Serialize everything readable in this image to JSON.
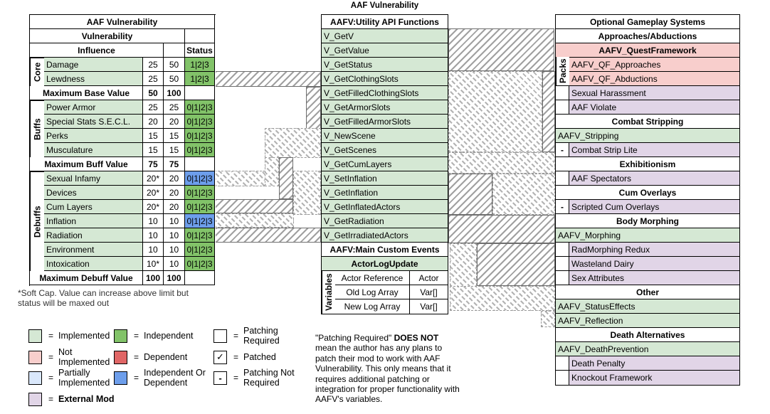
{
  "diagram_title": "AAF Vulnerability",
  "colors": {
    "implemented": "#d5e8d4",
    "not_implemented": "#f8cecc",
    "partially_implemented": "#dae8fc",
    "external_mod": "#e1d5e7",
    "independent": "#82c369",
    "dependent": "#e06666",
    "independent_or_dependent": "#6d9eeb"
  },
  "left": {
    "title": "AAF Vulnerability",
    "subtitle": "Vulnerability",
    "influence_header": "Influence",
    "status_header": "Status",
    "groups": [
      {
        "label": "Core"
      },
      {
        "label": "Buffs"
      },
      {
        "label": "Debuffs"
      }
    ],
    "rows": [
      {
        "label": "Damage",
        "v1": "25",
        "v2": "50",
        "status": "1|2|3"
      },
      {
        "label": "Lewdness",
        "v1": "25",
        "v2": "50",
        "status": "1|2|3"
      },
      {
        "label": "Maximum Base Value",
        "v1": "50",
        "v2": "100",
        "status": ""
      },
      {
        "label": "Power Armor",
        "v1": "25",
        "v2": "25",
        "status": "0|1|2|3"
      },
      {
        "label": "Special Stats S.E.C.L.",
        "v1": "20",
        "v2": "20",
        "status": "0|1|2|3"
      },
      {
        "label": "Perks",
        "v1": "15",
        "v2": "15",
        "status": "0|1|2|3"
      },
      {
        "label": "Musculature",
        "v1": "15",
        "v2": "15",
        "status": "0|1|2|3"
      },
      {
        "label": "Maximum Buff Value",
        "v1": "75",
        "v2": "75",
        "status": ""
      },
      {
        "label": "Sexual Infamy",
        "v1": "20*",
        "v2": "20",
        "status": "0|1|2|3"
      },
      {
        "label": "Devices",
        "v1": "20*",
        "v2": "20",
        "status": "0|1|2|3"
      },
      {
        "label": "Cum Layers",
        "v1": "20*",
        "v2": "20",
        "status": "0|1|2|3"
      },
      {
        "label": "Inflation",
        "v1": "10",
        "v2": "10",
        "status": "0|1|2|3"
      },
      {
        "label": "Radiation",
        "v1": "10",
        "v2": "10",
        "status": "0|1|2|3"
      },
      {
        "label": "Environment",
        "v1": "10",
        "v2": "10",
        "status": "0|1|2|3"
      },
      {
        "label": "Intoxication",
        "v1": "10*",
        "v2": "10",
        "status": "0|1|2|3"
      },
      {
        "label": "Maximum Debuff Value",
        "v1": "100",
        "v2": "100",
        "status": ""
      }
    ],
    "footnote": "*Soft Cap. Value can increase above limit but status will be maxed out"
  },
  "middle": {
    "top_title": "AAF Vulnerability",
    "header": "AAFV:Utility API Functions",
    "functions": [
      "V_GetV",
      "V_GetValue",
      "V_GetStatus",
      "V_GetClothingSlots",
      "V_GetFilledClothingSlots",
      "V_GetArmorSlots",
      "V_GetFilledArmorSlots",
      "V_NewScene",
      "V_GetScenes",
      "V_GetCumLayers",
      "V_SetInflation",
      "V_GetInflation",
      "V_GetInflatedActors",
      "V_GetRadiation",
      "V_GetIrradiatedActors"
    ],
    "events_header": "AAFV:Main Custom Events",
    "event_name": "ActorLogUpdate",
    "variables_label": "Variables",
    "variables": [
      {
        "name": "Actor Reference",
        "type": "Actor"
      },
      {
        "name": "Old Log Array",
        "type": "Var[]"
      },
      {
        "name": "New Log Array",
        "type": "Var[]"
      }
    ]
  },
  "right": {
    "packs_label": "Packs",
    "rows": [
      {
        "kind": "header",
        "prefix": "",
        "label": "Optional Gameplay Systems"
      },
      {
        "kind": "header",
        "prefix": "",
        "label": "Approaches/Abductions"
      },
      {
        "kind": "qf_header",
        "prefix": "",
        "label": "AAFV_QuestFramework"
      },
      {
        "kind": "pack",
        "prefix": "",
        "label": "AAFV_QF_Approaches"
      },
      {
        "kind": "pack",
        "prefix": "",
        "label": "AAFV_QF_Abductions"
      },
      {
        "kind": "ext",
        "prefix": "",
        "label": "Sexual Harassment"
      },
      {
        "kind": "ext",
        "prefix": "",
        "label": "AAF Violate"
      },
      {
        "kind": "header",
        "prefix": "",
        "label": "Combat Stripping"
      },
      {
        "kind": "green",
        "prefix": "",
        "label": "AAFV_Stripping"
      },
      {
        "kind": "ext",
        "prefix": "-",
        "label": "Combat Strip Lite"
      },
      {
        "kind": "header",
        "prefix": "",
        "label": "Exhibitionism"
      },
      {
        "kind": "ext",
        "prefix": "",
        "label": "AAF Spectators"
      },
      {
        "kind": "header",
        "prefix": "",
        "label": "Cum Overlays"
      },
      {
        "kind": "ext",
        "prefix": "-",
        "label": "Scripted Cum Overlays"
      },
      {
        "kind": "header",
        "prefix": "",
        "label": "Body Morphing"
      },
      {
        "kind": "green",
        "prefix": "",
        "label": "AAFV_Morphing"
      },
      {
        "kind": "ext",
        "prefix": "",
        "label": "RadMorphing Redux"
      },
      {
        "kind": "ext",
        "prefix": "",
        "label": "Wasteland Dairy"
      },
      {
        "kind": "ext",
        "prefix": "",
        "label": "Sex Attributes"
      },
      {
        "kind": "header",
        "prefix": "",
        "label": "Other"
      },
      {
        "kind": "green",
        "prefix": "",
        "label": "AAFV_StatusEffects"
      },
      {
        "kind": "green",
        "prefix": "",
        "label": "AAFV_Reflection"
      },
      {
        "kind": "header",
        "prefix": "",
        "label": "Death Alternatives"
      },
      {
        "kind": "green",
        "prefix": "",
        "label": "AAFV_DeathPrevention"
      },
      {
        "kind": "ext",
        "prefix": "",
        "label": "Death Penalty"
      },
      {
        "kind": "ext",
        "prefix": "",
        "label": "Knockout Framework"
      }
    ]
  },
  "legend": {
    "equals": "=",
    "items": [
      {
        "label": "Implemented"
      },
      {
        "label": "Independent"
      },
      {
        "label": "Patching Required"
      },
      {
        "label": "Not Implemented"
      },
      {
        "label": "Dependent"
      },
      {
        "label": "Patched",
        "glyph": "✓"
      },
      {
        "label": "Partially Implemented"
      },
      {
        "label": "Independent Or Dependent"
      },
      {
        "label": "Patching Not Required",
        "glyph": "-"
      },
      {
        "label": "External Mod"
      }
    ]
  },
  "note": {
    "part1": "\"Patching Required\" ",
    "bold": "DOES NOT",
    "part2": " mean the author has any plans to patch their mod to work with AAF Vulnerability. This only means that it requires additional patching or integration for proper functionality with AAFV's variables."
  }
}
